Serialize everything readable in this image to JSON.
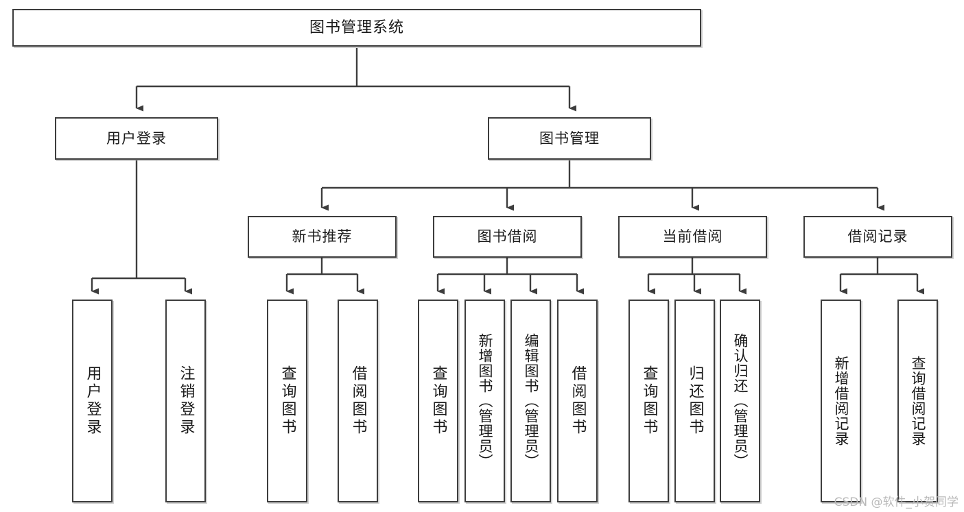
{
  "diagram": {
    "type": "hierarchy-tree",
    "title": "图书管理系统",
    "watermark": "CSDN @软件_小贺同学",
    "colors": {
      "box_border": "#3d3d3d",
      "box_fill": "#ffffff",
      "connector": "#3d3d3d",
      "text": "#1a1a1a",
      "watermark": "#b9b9b9"
    },
    "root": {
      "label": "图书管理系统"
    },
    "level2": [
      {
        "label": "用户登录"
      },
      {
        "label": "图书管理"
      }
    ],
    "level3": [
      {
        "label": "新书推荐"
      },
      {
        "label": "图书借阅"
      },
      {
        "label": "当前借阅"
      },
      {
        "label": "借阅记录"
      }
    ],
    "leaves": {
      "user_login": [
        {
          "label": "用户登录"
        },
        {
          "label": "注销登录"
        }
      ],
      "new_book_recommend": [
        {
          "label": "查询图书"
        },
        {
          "label": "借阅图书"
        }
      ],
      "book_borrow": [
        {
          "label": "查询图书"
        },
        {
          "label": "新增图书（管理员）"
        },
        {
          "label": "编辑图书（管理员）"
        },
        {
          "label": "借阅图书"
        }
      ],
      "current_borrow": [
        {
          "label": "查询图书"
        },
        {
          "label": "归还图书"
        },
        {
          "label": "确认归还（管理员）"
        }
      ],
      "borrow_records": [
        {
          "label": "新增借阅记录"
        },
        {
          "label": "查询借阅记录"
        }
      ]
    }
  }
}
